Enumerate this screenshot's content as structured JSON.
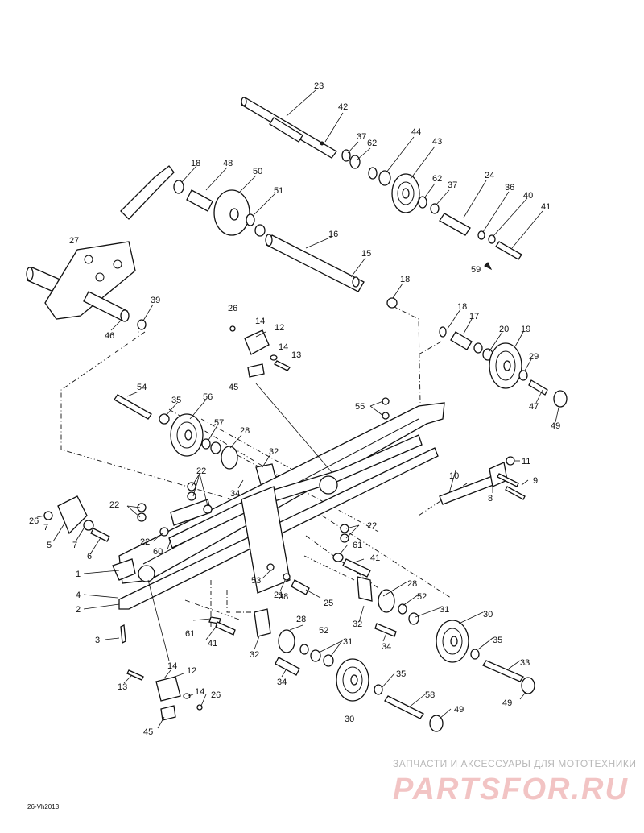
{
  "labels": {
    "p1": "1",
    "p2": "2",
    "p3": "3",
    "p4": "4",
    "p5": "5",
    "p6": "6",
    "p7a": "7",
    "p7b": "7",
    "p8": "8",
    "p9": "9",
    "p10": "10",
    "p11": "11",
    "p12a": "12",
    "p12b": "12",
    "p13a": "13",
    "p13b": "13",
    "p14a": "14",
    "p14b": "14",
    "p14c": "14",
    "p14d": "14",
    "p15": "15",
    "p16": "16",
    "p17": "17",
    "p18a": "18",
    "p18b": "18",
    "p18c": "18",
    "p19": "19",
    "p20": "20",
    "p21": "21",
    "p22a": "22",
    "p22b": "22",
    "p22c": "22",
    "p22d": "22",
    "p23": "23",
    "p24": "24",
    "p25": "25",
    "p26a": "26",
    "p26b": "26",
    "p26c": "26",
    "p27": "27",
    "p28a": "28",
    "p28b": "28",
    "p28c": "28",
    "p29": "29",
    "p30a": "30",
    "p30b": "30",
    "p31a": "31",
    "p31b": "31",
    "p32a": "32",
    "p32b": "32",
    "p32c": "32",
    "p33": "33",
    "p34a": "34",
    "p34b": "34",
    "p34c": "34",
    "p35a": "35",
    "p35b": "35",
    "p35c": "35",
    "p36": "36",
    "p37a": "37",
    "p37b": "37",
    "p38": "38",
    "p39": "39",
    "p40": "40",
    "p41a": "41",
    "p41b": "41",
    "p41c": "41",
    "p42": "42",
    "p43": "43",
    "p44": "44",
    "p45a": "45",
    "p45b": "45",
    "p46": "46",
    "p47": "47",
    "p48": "48",
    "p49a": "49",
    "p49b": "49",
    "p49c": "49",
    "p50": "50",
    "p51": "51",
    "p52a": "52",
    "p52b": "52",
    "p53": "53",
    "p54": "54",
    "p55": "55",
    "p56": "56",
    "p57": "57",
    "p58": "58",
    "p59": "59",
    "p60": "60",
    "p61a": "61",
    "p61b": "61",
    "p62a": "62",
    "p62b": "62"
  },
  "drawing_code": "26-Vh2013",
  "watermark": {
    "caption": "ЗАПЧАСТИ И АКСЕССУАРЫ ДЛЯ МОТОТЕХНИКИ",
    "logo_text": "PARTSFOR.RU"
  }
}
